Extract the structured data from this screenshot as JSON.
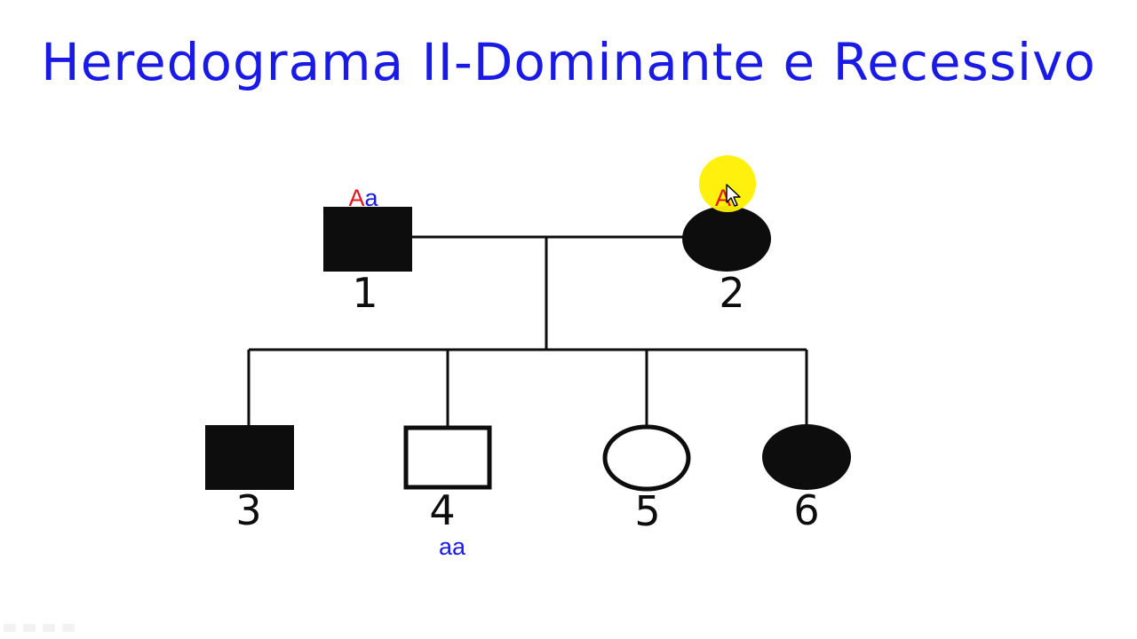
{
  "slide": {
    "title": "Heredograma II-Dominante e Recessivo"
  },
  "colors": {
    "title": "#1a1ae6",
    "allele_dominant": "#e8141c",
    "allele_recessive": "#1a1ae6",
    "symbol": "#0d0d0d",
    "highlight": "#fff000"
  },
  "pedigree": {
    "individuals": [
      {
        "id": "1",
        "label": "1",
        "sex": "male",
        "affected": true,
        "generation": "I",
        "genotype": {
          "dominant": "A",
          "recessive": "a"
        }
      },
      {
        "id": "2",
        "label": "2",
        "sex": "female",
        "affected": true,
        "generation": "I",
        "genotype": {
          "dominant": "A",
          "recessive": ""
        }
      },
      {
        "id": "3",
        "label": "3",
        "sex": "male",
        "affected": true,
        "generation": "II",
        "genotype": null
      },
      {
        "id": "4",
        "label": "4",
        "sex": "male",
        "affected": false,
        "generation": "II",
        "genotype": {
          "dominant": "",
          "recessive": "aa"
        }
      },
      {
        "id": "5",
        "label": "5",
        "sex": "female",
        "affected": false,
        "generation": "II",
        "genotype": null
      },
      {
        "id": "6",
        "label": "6",
        "sex": "female",
        "affected": true,
        "generation": "II",
        "genotype": null
      }
    ]
  },
  "cursor": {
    "icon": "arrow-cursor-icon",
    "highlight": "yellow-spotlight"
  }
}
